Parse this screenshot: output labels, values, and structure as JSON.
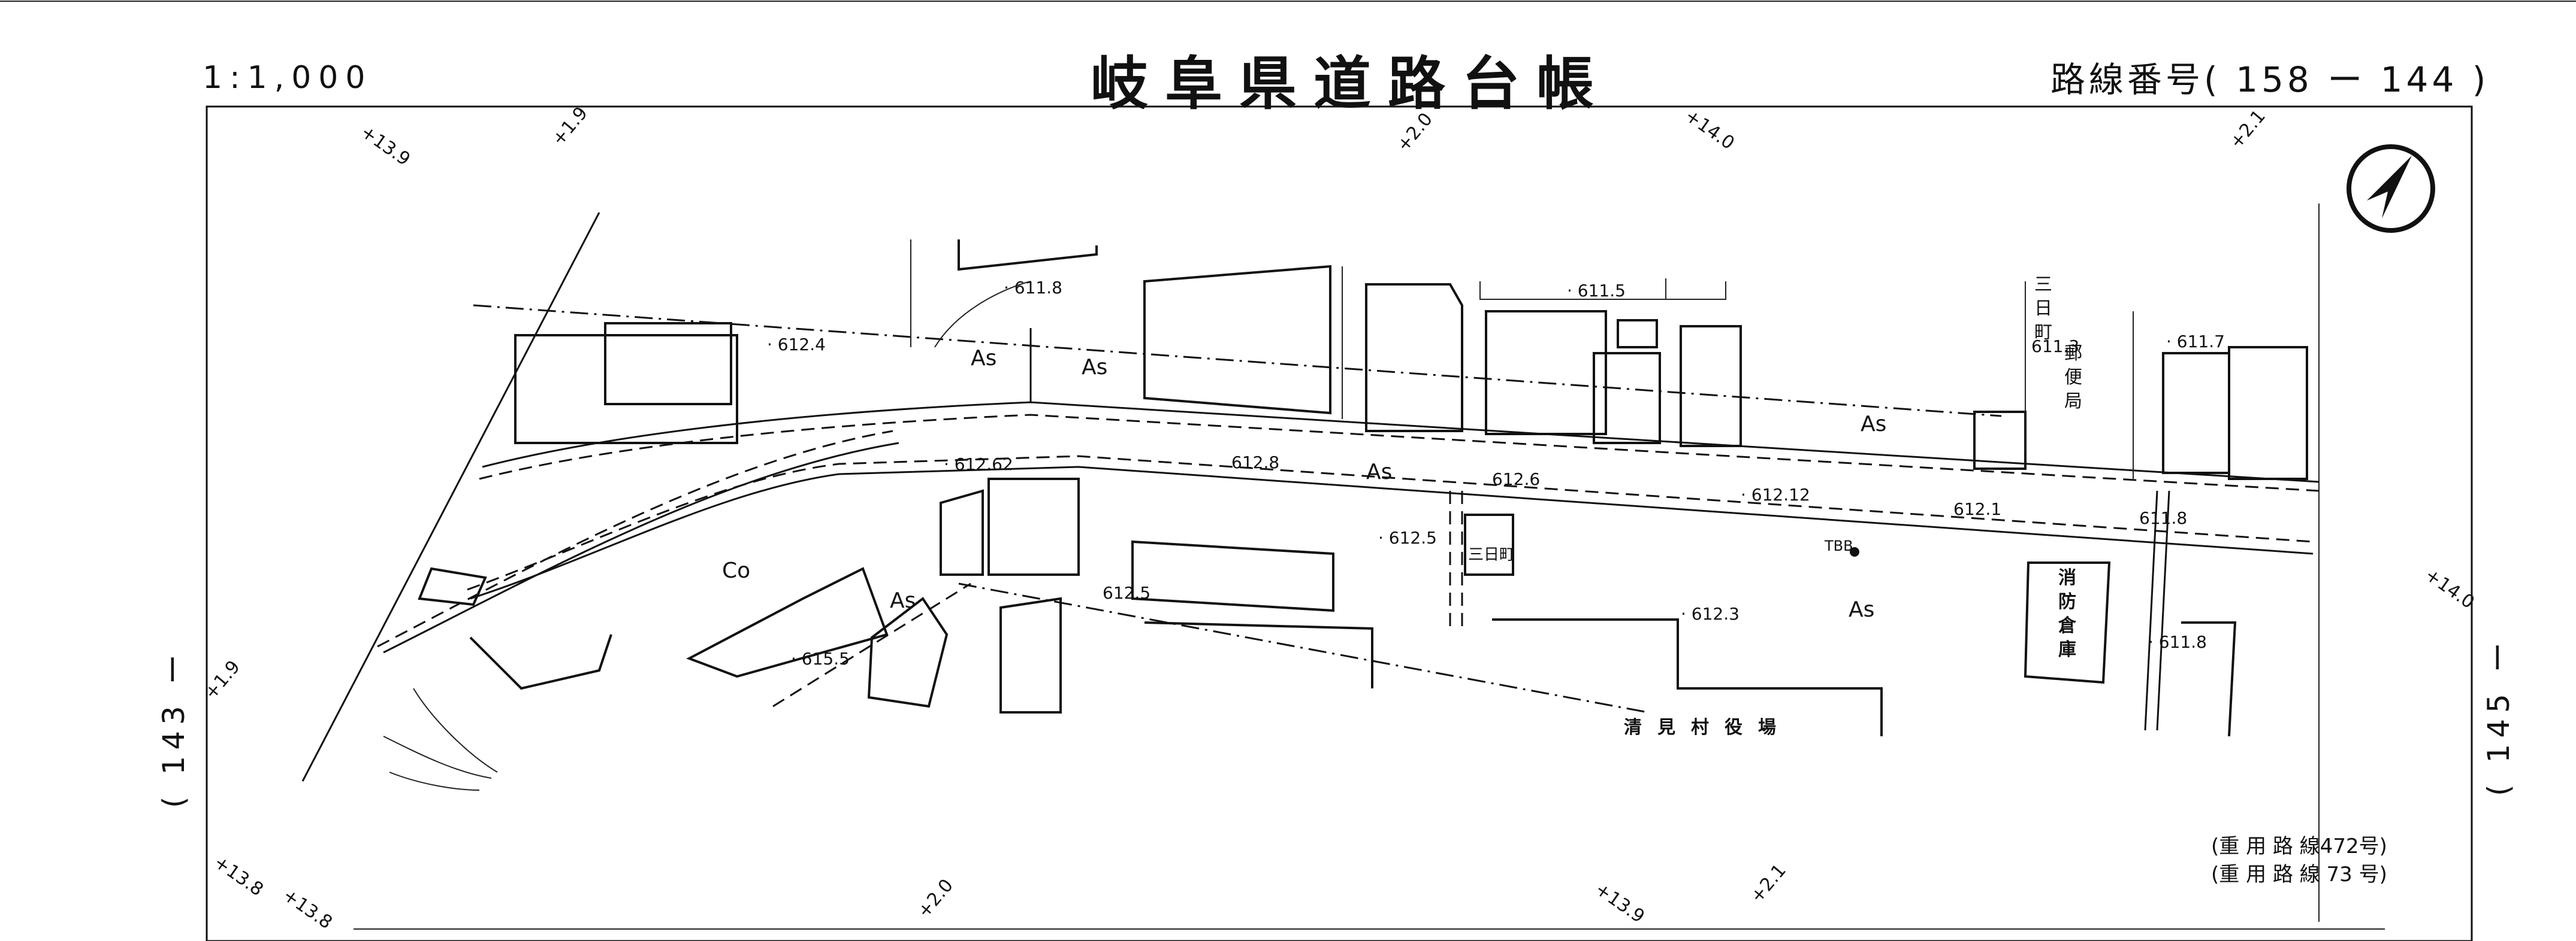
{
  "header": {
    "scale": "1:1,000",
    "title": "岐阜県道路台帳",
    "route_number": "路線番号( 158 ー 144 )"
  },
  "side_numbers": {
    "left": "( 143 ー",
    "right": "( 145 ー"
  },
  "notes": {
    "shared_route_1": "(重 用 路 線472号)",
    "shared_route_2": "(重 用 路 線 73 号)"
  },
  "map": {
    "north_arrow_icon": "north-arrow-icon",
    "surface_labels": [
      "As",
      "As",
      "As",
      "As",
      "As",
      "As",
      "Co"
    ],
    "elevations": [
      "611.8",
      "612.4",
      "611.5",
      "611.3",
      "611.7",
      "612.62",
      "612.8",
      "612.6",
      "612.12",
      "612.1",
      "611.8",
      "612.5",
      "612.5",
      "612.3",
      "615.5",
      "611.8"
    ],
    "stations": [
      "+13.9",
      "+1.9",
      "+2.0",
      "+14.0",
      "+2.1",
      "+14.0",
      "+1.9",
      "+13.8",
      "+13.8",
      "+2.0",
      "+13.9",
      "+2.1"
    ],
    "building_labels": {
      "post_office": "三日町郵便局",
      "fire_warehouse": "消防倉庫",
      "village_office": "清見村役場",
      "bus_stop": "三日町"
    },
    "benchmark": "TBB"
  }
}
